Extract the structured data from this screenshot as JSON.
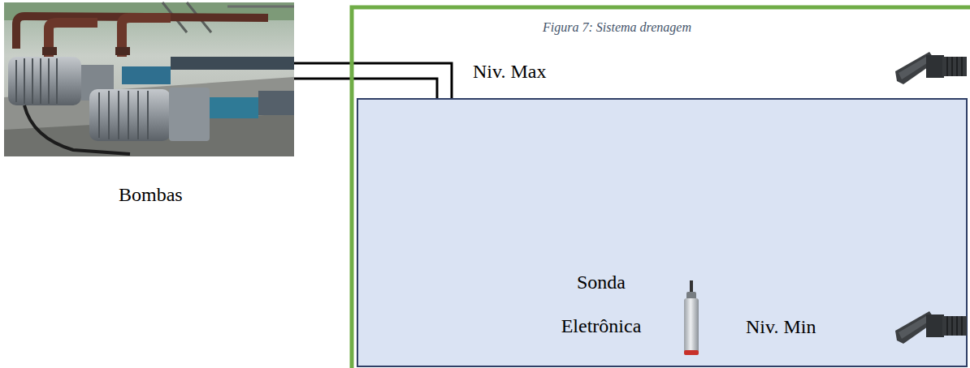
{
  "diagram": {
    "caption": "Figura 7: Sistema drenagem",
    "labels": [
      "Bombas",
      "Niv. Max",
      "Sonda Eletrônica",
      "Niv. Min"
    ]
  }
}
